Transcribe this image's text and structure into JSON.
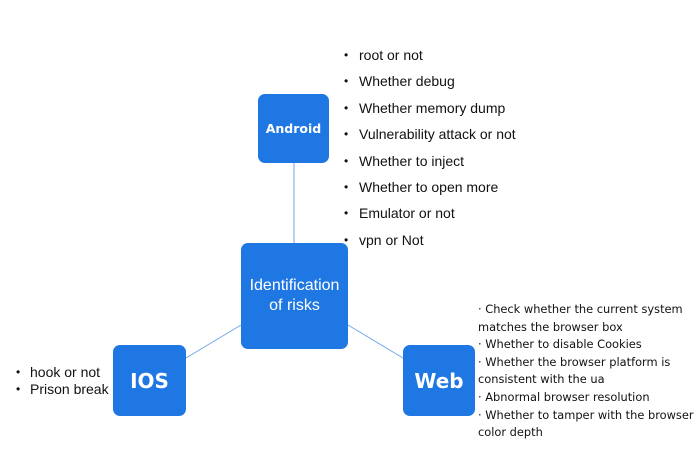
{
  "colors": {
    "node_fill": "#1f77e3",
    "node_text": "#ffffff",
    "connector": "#6fa8e8",
    "body_text": "#111111"
  },
  "nodes": {
    "center": {
      "label_line1": "Identification",
      "label_line2": "of risks"
    },
    "android": {
      "label": "Android"
    },
    "ios": {
      "label": "IOS"
    },
    "web": {
      "label": "Web"
    }
  },
  "android_items": [
    "root or not",
    "Whether debug",
    "Whether memory dump",
    "Vulnerability attack or not",
    "Whether to inject",
    "Whether to open more",
    "Emulator or not",
    "vpn or Not"
  ],
  "ios_items": [
    "hook or not",
    "Prison break"
  ],
  "web_items": [
    "· Check whether the current system matches the browser box",
    "· Whether to disable Cookies",
    "· Whether the browser platform is consistent with the ua",
    "· Abnormal browser resolution",
    "· Whether to tamper with the browser color depth"
  ],
  "bullet_glyph": "•"
}
